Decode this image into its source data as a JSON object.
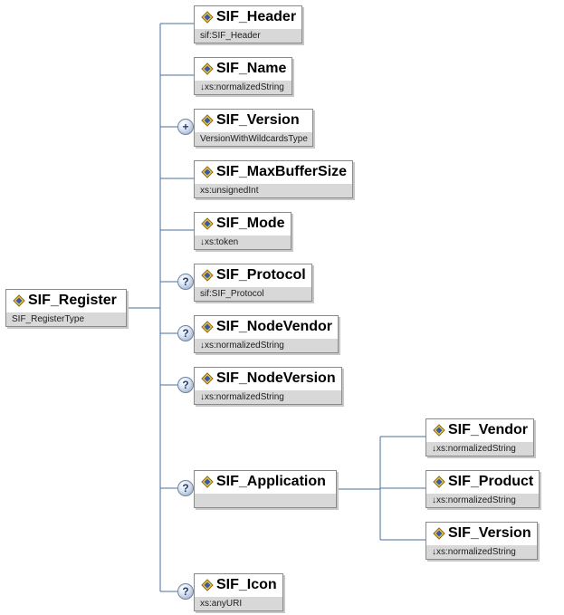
{
  "colors": {
    "connector": "#4a6f9c",
    "badge": "#8ea2c0",
    "type_band": "#d8d8d8"
  },
  "root": {
    "name": "SIF_Register",
    "type": "SIF_RegisterType",
    "icon": "element-icon"
  },
  "children": [
    {
      "name": "SIF_Header",
      "type": "sif:SIF_Header",
      "icon": "element-icon",
      "badge": ""
    },
    {
      "name": "SIF_Name",
      "type": "↓xs:normalizedString",
      "icon": "element-icon",
      "badge": ""
    },
    {
      "name": "SIF_Version",
      "type": "VersionWithWildcardsType",
      "icon": "element-icon",
      "badge": "+"
    },
    {
      "name": "SIF_MaxBufferSize",
      "type": "xs:unsignedInt",
      "icon": "element-icon",
      "badge": ""
    },
    {
      "name": "SIF_Mode",
      "type": "↓xs:token",
      "icon": "element-icon",
      "badge": ""
    },
    {
      "name": "SIF_Protocol",
      "type": "sif:SIF_Protocol",
      "icon": "element-icon",
      "badge": "?"
    },
    {
      "name": "SIF_NodeVendor",
      "type": "↓xs:normalizedString",
      "icon": "element-icon",
      "badge": "?"
    },
    {
      "name": "SIF_NodeVersion",
      "type": "↓xs:normalizedString",
      "icon": "element-icon",
      "badge": "?"
    },
    {
      "name": "SIF_Application",
      "type": "",
      "icon": "element-icon",
      "badge": "?"
    },
    {
      "name": "SIF_Icon",
      "type": "xs:anyURI",
      "icon": "element-icon",
      "badge": "?"
    }
  ],
  "application_children": [
    {
      "name": "SIF_Vendor",
      "type": "↓xs:normalizedString",
      "icon": "element-icon"
    },
    {
      "name": "SIF_Product",
      "type": "↓xs:normalizedString",
      "icon": "element-icon"
    },
    {
      "name": "SIF_Version",
      "type": "↓xs:normalizedString",
      "icon": "element-icon"
    }
  ]
}
